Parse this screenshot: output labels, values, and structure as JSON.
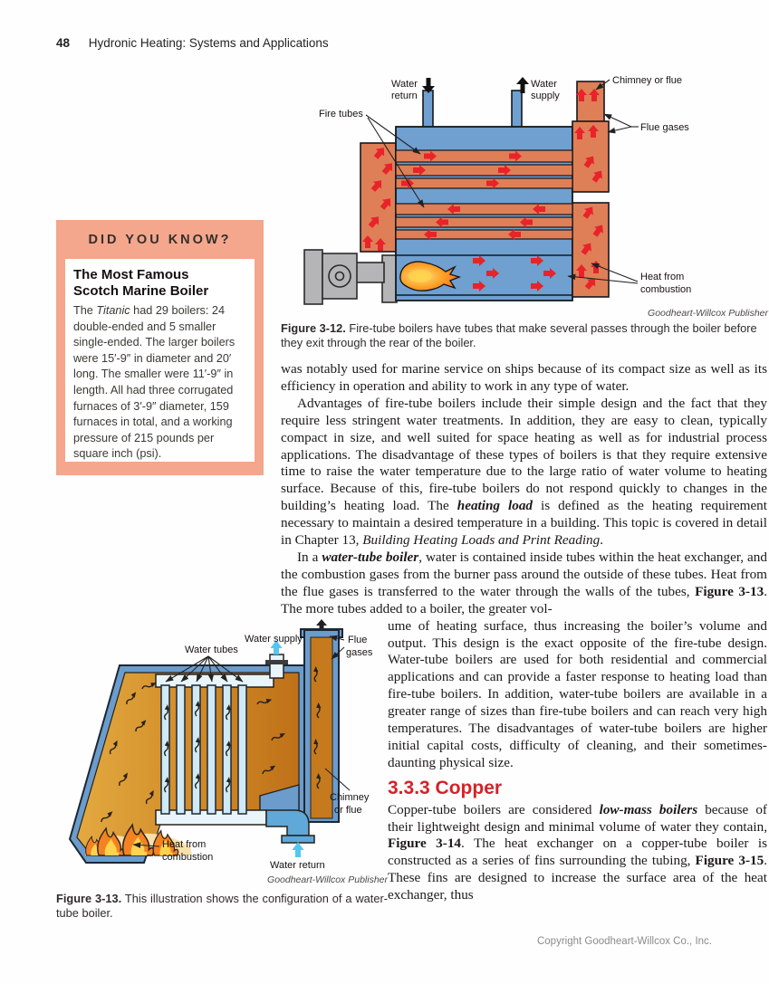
{
  "header": {
    "page_number": "48",
    "running_title": "Hydronic Heating: Systems and Applications"
  },
  "did_you_know": {
    "banner": "DID YOU KNOW?",
    "title_line1": "The Most Famous",
    "title_line2": "Scotch Marine Boiler",
    "body": [
      {
        "t": "The "
      },
      {
        "t": "Titanic",
        "i": true
      },
      {
        "t": " had 29 boilers: 24 double-ended and 5 smaller single-ended. The larger boilers were 15′-9″ in diameter and 20′ long. The smaller were 11′-9″ in length. All had three corrugated furnaces of 3′-9″ diameter, 159 furnaces in total, and a working pressure of 215 pounds per square inch (psi)."
      }
    ]
  },
  "figure12": {
    "labels": {
      "water_return_1": "Water",
      "water_return_2": "return",
      "water_supply_1": "Water",
      "water_supply_2": "supply",
      "chimney": "Chimney or flue",
      "fire_tubes": "Fire tubes",
      "flue_gases": "Flue gases",
      "heat_1": "Heat from",
      "heat_2": "combustion"
    },
    "credit": "Goodheart-Willcox Publisher",
    "caption": [
      {
        "t": "Figure 3-12.",
        "b": true
      },
      {
        "t": " Fire-tube boilers have tubes that make several passes through the boiler before they exit through the rear of the boiler."
      }
    ]
  },
  "figure13": {
    "labels": {
      "water_supply": "Water supply",
      "water_tubes": "Water tubes",
      "flue_gases_1": "Flue",
      "flue_gases_2": "gases",
      "chimney_1": "Chimney",
      "chimney_2": "or flue",
      "heat_1": "Heat from",
      "heat_2": "combustion",
      "water_return": "Water return"
    },
    "credit": "Goodheart-Willcox Publisher",
    "caption": [
      {
        "t": "Figure 3-13.",
        "b": true
      },
      {
        "t": " This illustration shows the configuration of a water-tube boiler."
      }
    ]
  },
  "article": {
    "para1": [
      {
        "t": "was notably used for marine service on ships because of its compact size as well as its efficiency in operation and ability to work in any type of water."
      }
    ],
    "para2": [
      {
        "t": "Advantages of fire-tube boilers include their simple design and the fact that they require less stringent water treatments. In addition, they are easy to clean, typically compact in size, and well suited for space heating as well as for industrial process applications. The disadvantage of these types of boilers is that they require extensive time to raise the water temperature due to the large ratio of water volume to heating surface. Because of this, fire-tube boilers do not respond quickly to changes in the building’s heating load. The "
      },
      {
        "t": "heating load",
        "b": true,
        "i": true
      },
      {
        "t": " is defined as the heating requirement necessary to maintain a desired temperature in a building. This topic is covered in detail in Chapter 13, "
      },
      {
        "t": "Building Heating Loads and Print Reading",
        "i": true
      },
      {
        "t": "."
      }
    ],
    "para3_wide": [
      {
        "t": "In a "
      },
      {
        "t": "water-tube boiler",
        "b": true,
        "i": true
      },
      {
        "t": ", water is contained inside tubes within the heat exchanger, and the combustion gases from the burner pass around the outside of these tubes. Heat from the flue gases is transferred to the water through the walls of the tubes, "
      },
      {
        "t": "Figure 3-13",
        "b": true
      },
      {
        "t": ". The more tubes added to a boiler, the greater vol-"
      }
    ],
    "para3_narrow": [
      {
        "t": "ume of heating surface, thus increasing the boiler’s volume and output. This design is the exact opposite of the fire-tube design. Water-tube boilers are used for both residential and commercial applications and can provide a faster response to heating load than fire-tube boilers. In addition, water-tube boilers are available in a greater range of sizes than fire-tube boilers and can reach very high temperatures. The disadvantages of water-tube boilers are higher initial capital costs, difficulty of cleaning, and their sometimes-daunting physical size."
      }
    ],
    "section_heading": "3.3.3 Copper",
    "para4": [
      {
        "t": "Copper-tube boilers are considered "
      },
      {
        "t": "low-mass boilers",
        "b": true,
        "i": true
      },
      {
        "t": " because of their lightweight design and minimal volume of water they contain, "
      },
      {
        "t": "Figure 3-14",
        "b": true
      },
      {
        "t": ". The heat exchanger on a copper-tube boiler is constructed as a series of fins surrounding the tubing, "
      },
      {
        "t": "Figure 3-15",
        "b": true
      },
      {
        "t": ". These fins are designed to increase the surface area of the heat exchanger, thus"
      }
    ]
  },
  "footer": {
    "copyright": "Copyright Goodheart-Willcox Co., Inc."
  },
  "colors": {
    "accent_red": "#d2232a",
    "salmon_frame": "#f4a78c",
    "fig_blue": "#6fa0d0",
    "fig_orange": "#df7f57",
    "arrow_red": "#e8232a",
    "watertube_casing": "#6b9ccc",
    "watertube_interior": "#d08a28",
    "tube_fill": "#cfe9f6",
    "cyan_arrow": "#55c6ef"
  }
}
